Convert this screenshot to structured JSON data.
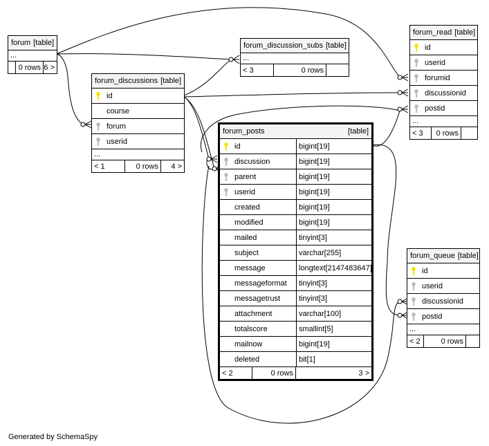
{
  "tables": {
    "forum": {
      "name": "forum",
      "type": "[table]",
      "ellipsis": "...",
      "footer": [
        "",
        "0 rows",
        "6 >"
      ]
    },
    "forum_discussion_subs": {
      "name": "forum_discussion_subs",
      "type": "[table]",
      "ellipsis": "...",
      "footer": [
        "< 3",
        "0 rows",
        ""
      ]
    },
    "forum_read": {
      "name": "forum_read",
      "type": "[table]",
      "columns": [
        {
          "name": "id",
          "key": "primary"
        },
        {
          "name": "userid",
          "key": "index"
        },
        {
          "name": "forumid",
          "key": "index"
        },
        {
          "name": "discussionid",
          "key": "index"
        },
        {
          "name": "postid",
          "key": "index"
        }
      ],
      "ellipsis": "...",
      "footer": [
        "< 3",
        "0 rows",
        ""
      ]
    },
    "forum_discussions": {
      "name": "forum_discussions",
      "type": "[table]",
      "columns": [
        {
          "name": "id",
          "key": "primary"
        },
        {
          "name": "course",
          "key": "none"
        },
        {
          "name": "forum",
          "key": "index"
        },
        {
          "name": "userid",
          "key": "index"
        }
      ],
      "ellipsis": "...",
      "footer": [
        "< 1",
        "0 rows",
        "4 >"
      ]
    },
    "forum_posts": {
      "name": "forum_posts",
      "type": "[table]",
      "columns": [
        {
          "name": "id",
          "type": "bigint[19]",
          "key": "primary"
        },
        {
          "name": "discussion",
          "type": "bigint[19]",
          "key": "index"
        },
        {
          "name": "parent",
          "type": "bigint[19]",
          "key": "index"
        },
        {
          "name": "userid",
          "type": "bigint[19]",
          "key": "index"
        },
        {
          "name": "created",
          "type": "bigint[19]",
          "key": "none"
        },
        {
          "name": "modified",
          "type": "bigint[19]",
          "key": "none"
        },
        {
          "name": "mailed",
          "type": "tinyint[3]",
          "key": "none"
        },
        {
          "name": "subject",
          "type": "varchar[255]",
          "key": "none"
        },
        {
          "name": "message",
          "type": "longtext[2147483647]",
          "key": "none"
        },
        {
          "name": "messageformat",
          "type": "tinyint[3]",
          "key": "none"
        },
        {
          "name": "messagetrust",
          "type": "tinyint[3]",
          "key": "none"
        },
        {
          "name": "attachment",
          "type": "varchar[100]",
          "key": "none"
        },
        {
          "name": "totalscore",
          "type": "smallint[5]",
          "key": "none"
        },
        {
          "name": "mailnow",
          "type": "bigint[19]",
          "key": "none"
        },
        {
          "name": "deleted",
          "type": "bit[1]",
          "key": "none"
        }
      ],
      "footer": [
        "< 2",
        "0 rows",
        "3 >"
      ]
    },
    "forum_queue": {
      "name": "forum_queue",
      "type": "[table]",
      "columns": [
        {
          "name": "id",
          "key": "primary"
        },
        {
          "name": "userid",
          "key": "index"
        },
        {
          "name": "discussionid",
          "key": "index"
        },
        {
          "name": "postid",
          "key": "index"
        }
      ],
      "ellipsis": "...",
      "footer": [
        "< 2",
        "0 rows",
        ""
      ]
    }
  },
  "colors": {
    "primary_key": "#f5e400",
    "index_key": "#bbbbbb",
    "line": "#000000"
  },
  "credit": "Generated by SchemaSpy"
}
